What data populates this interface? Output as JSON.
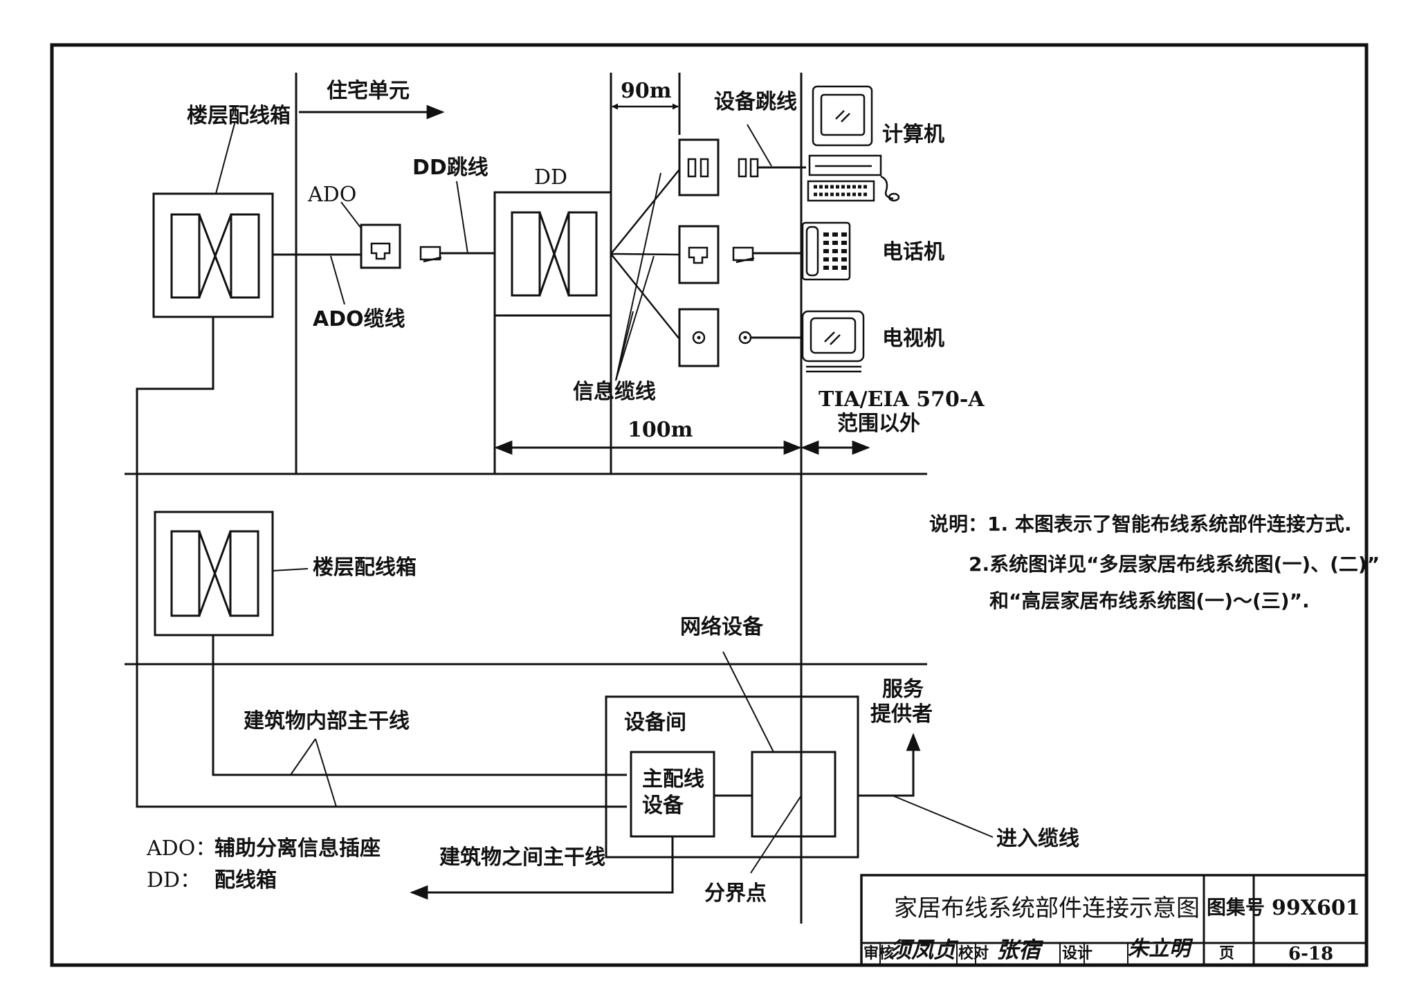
{
  "labels": {
    "floor_box_top": "楼层配线箱",
    "residence_unit": "住宅单元",
    "ado": "ADO",
    "ado_cable": "ADO缆线",
    "dd_jumper": "DD跳线",
    "dd": "DD",
    "dist_90m": "90m",
    "equip_jumper": "设备跳线",
    "computer": "计算机",
    "telephone": "电话机",
    "tv": "电视机",
    "info_cable": "信息缆线",
    "dist_100m": "100m",
    "standard": "TIA/EIA 570-A",
    "out_of_scope": "范围以外",
    "floor_box_bottom": "楼层配线箱",
    "network_equipment": "网络设备",
    "service_provider_line1": "服务",
    "service_provider_line2": "提供者",
    "equipment_room": "设备间",
    "main_dist_line1": "主配线",
    "main_dist_line2": "设备",
    "building_internal_backbone": "建筑物内部主干线",
    "inter_building_backbone": "建筑物之间主干线",
    "entrance_cable": "进入缆线",
    "demarcation_point": "分界点"
  },
  "legend": {
    "ado_term": "ADO：",
    "ado_desc": "辅助分离信息插座",
    "dd_term": "DD：",
    "dd_desc": "配线箱"
  },
  "notes": {
    "line1": "说明：1. 本图表示了智能布线系统部件连接方式.",
    "line2": "2.系统图详见“多层家居布线系统图(一)、(二)”",
    "line3": "和“高层家居布线系统图(一)～(三)”."
  },
  "title_block": {
    "title": "家居布线系统部件连接示意图",
    "atlas_label": "图集号",
    "atlas_number": "99X601",
    "review_label": "审核",
    "check_label": "校对",
    "design_label": "设计",
    "page_label": "页",
    "page_number": "6-18",
    "sig_review": "须凤贞",
    "sig_check": "张宿",
    "sig_design": "朱立明"
  }
}
